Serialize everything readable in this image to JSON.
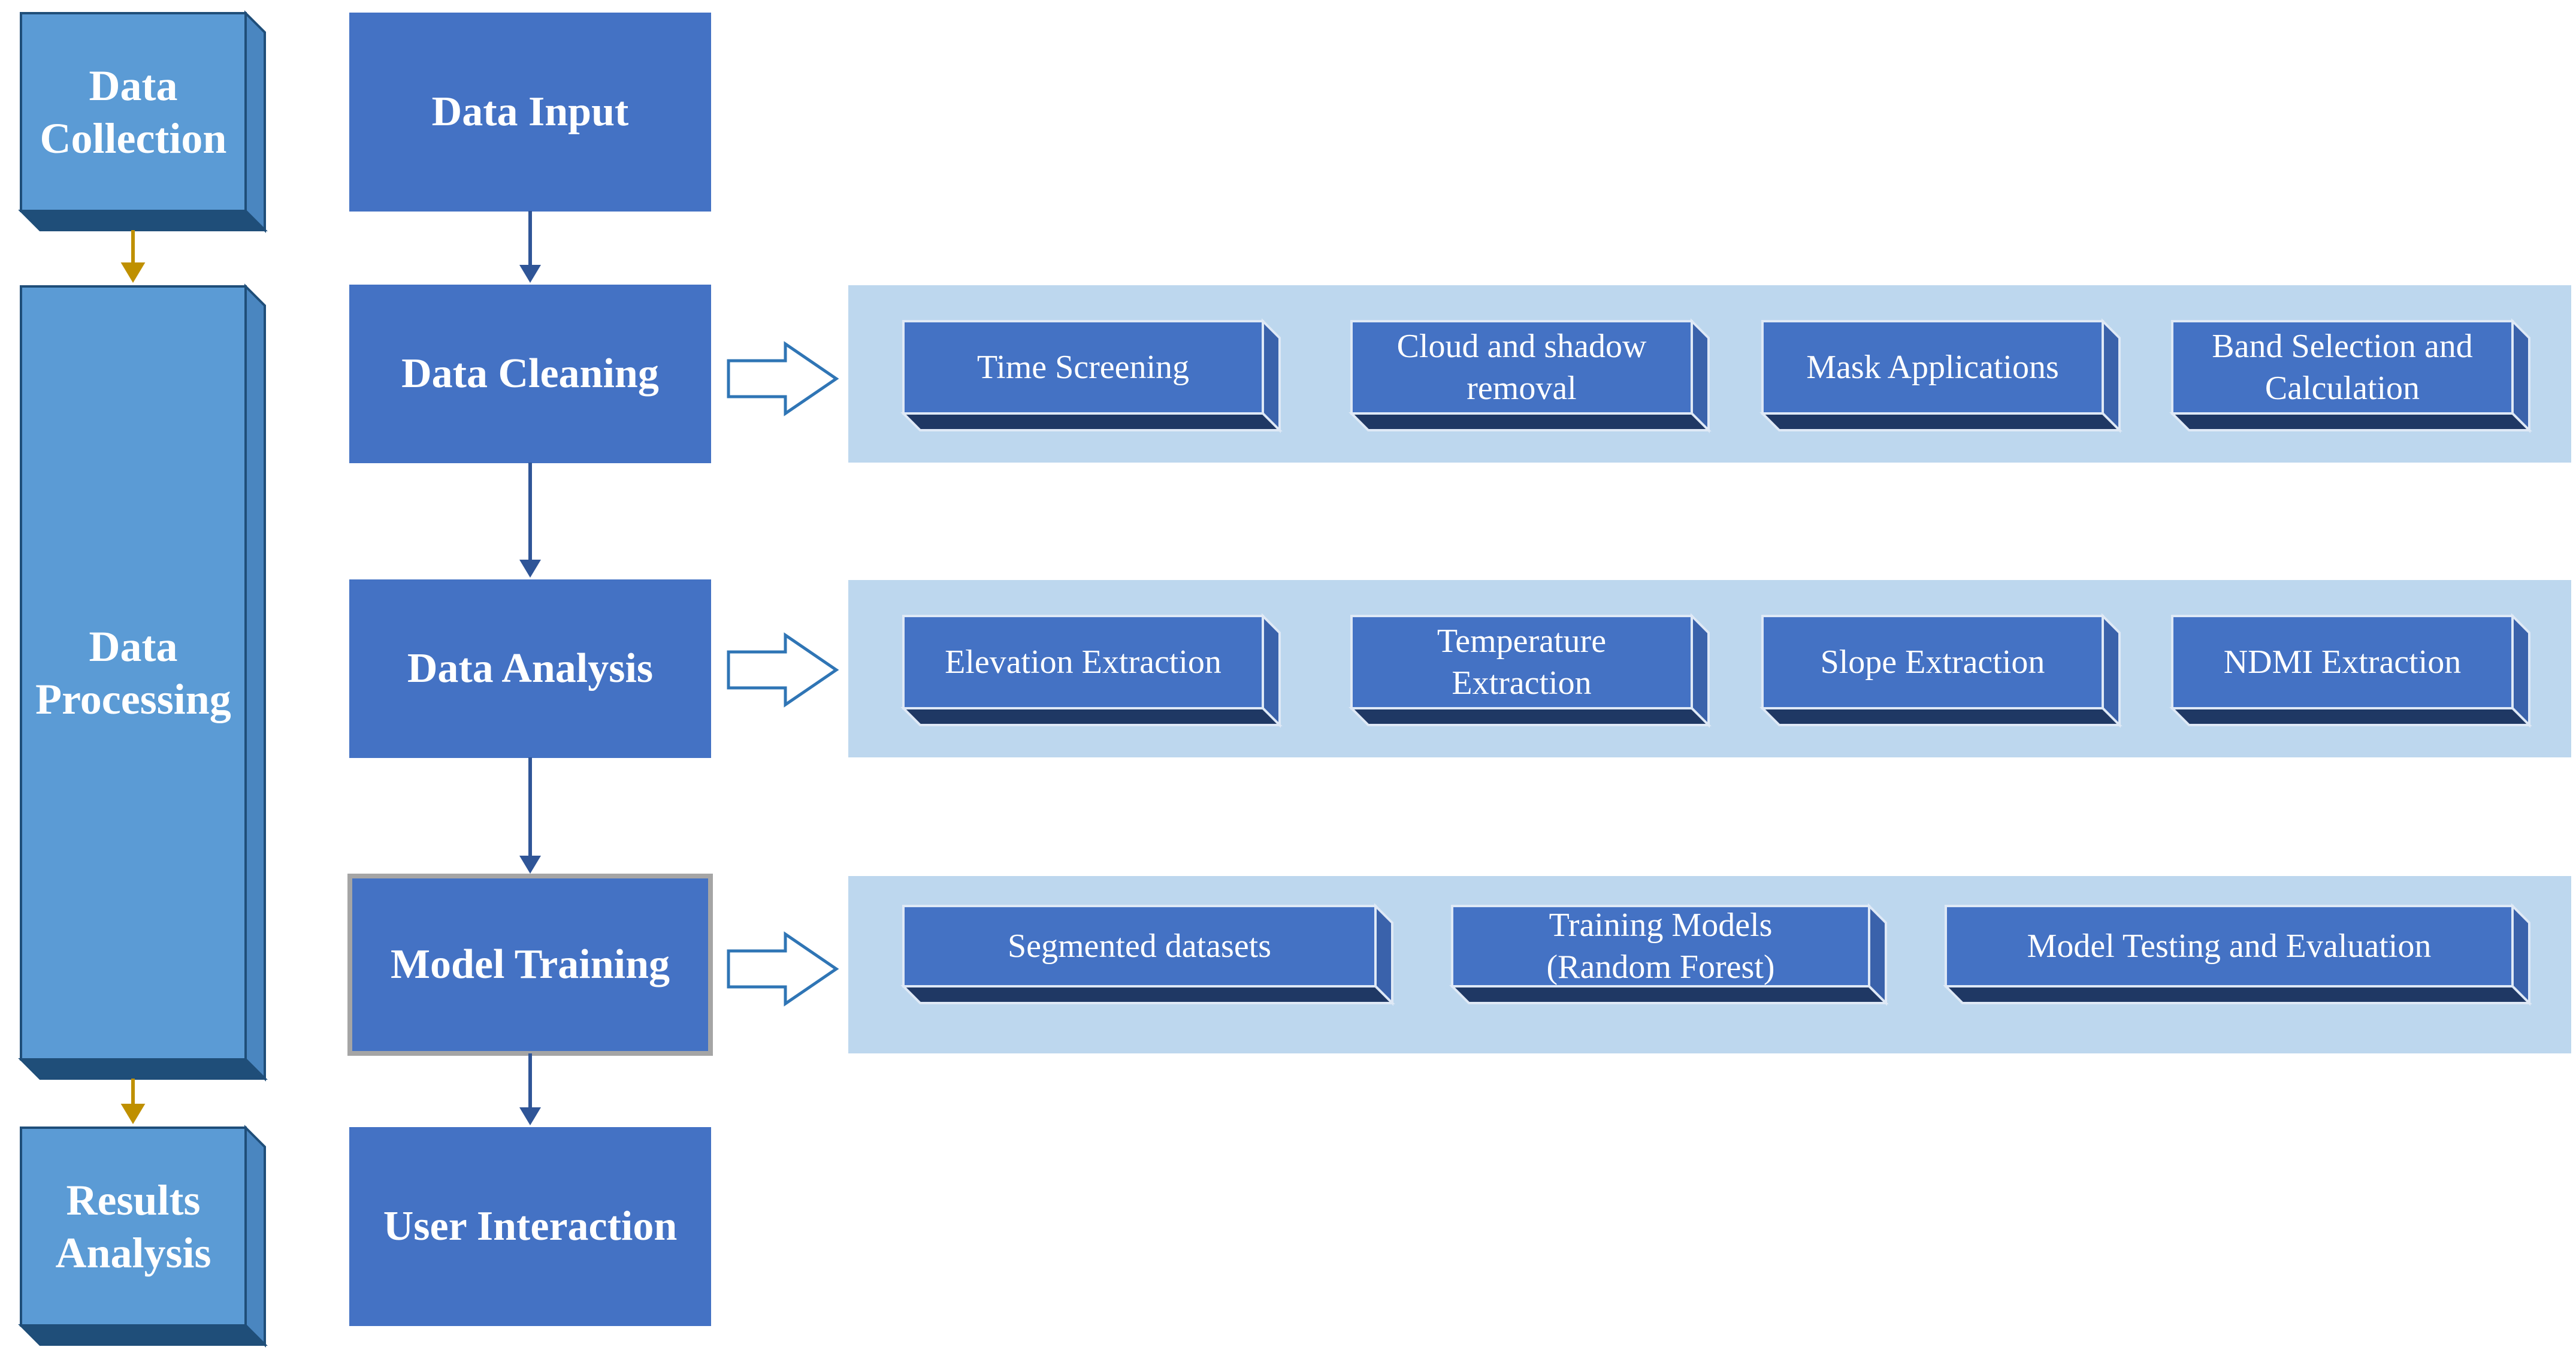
{
  "colors": {
    "phase_face": "#5b9bd5",
    "phase_side": "#4a86c0",
    "phase_dark": "#1f4e79",
    "step_fill": "#4472c4",
    "step_highlight_border": "#a5a5a5",
    "panel_fill": "#bdd7ee",
    "sub_face": "#4472c4",
    "sub_side": "#3a62ab",
    "sub_dark": "#1f3864",
    "connector_gold": "#bf9000",
    "connector_blue": "#2f5597",
    "hollow_arrow": "#2f75b5"
  },
  "phases": [
    {
      "id": "collection",
      "label": "Data\nCollection"
    },
    {
      "id": "processing",
      "label": "Data\nProcessing"
    },
    {
      "id": "results",
      "label": "Results\nAnalysis"
    }
  ],
  "steps": [
    {
      "id": "input",
      "label": "Data Input",
      "highlighted": false
    },
    {
      "id": "cleaning",
      "label": "Data Cleaning",
      "highlighted": false
    },
    {
      "id": "analysis",
      "label": "Data Analysis",
      "highlighted": false
    },
    {
      "id": "training",
      "label": "Model Training",
      "highlighted": true
    },
    {
      "id": "interaction",
      "label": "User Interaction",
      "highlighted": false
    }
  ],
  "panels": [
    {
      "step": "cleaning",
      "items": [
        "Time Screening",
        "Cloud and shadow\nremoval",
        "Mask Applications",
        "Band Selection and\nCalculation"
      ]
    },
    {
      "step": "analysis",
      "items": [
        "Elevation Extraction",
        "Temperature\nExtraction",
        "Slope Extraction",
        "NDMI Extraction"
      ]
    },
    {
      "step": "training",
      "items": [
        "Segmented datasets",
        "Training Models\n(Random Forest)",
        "Model Testing and Evaluation"
      ]
    }
  ]
}
